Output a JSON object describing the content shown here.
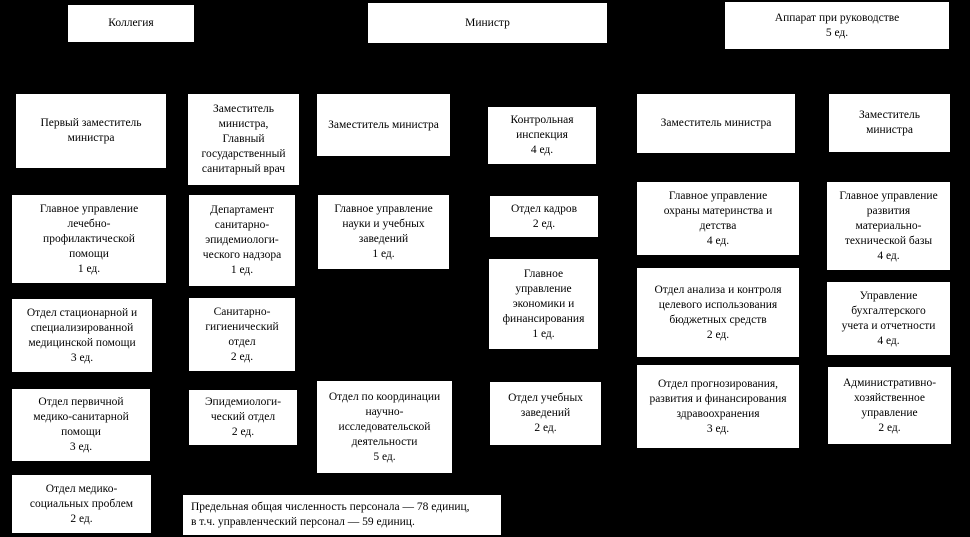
{
  "colors": {
    "background": "#000000",
    "box_background": "#ffffff",
    "box_text": "#000000"
  },
  "org_chart": {
    "top": {
      "kollegiya": "Коллегия",
      "ministr": "Министр",
      "apparat": "Аппарат при руководстве\n5 ед."
    },
    "deputies": {
      "pervy_zam": "Первый заместитель\nминистра",
      "zam_sanvrach": "Заместитель\nминистра,\nГлавный\nгосударственный\nсанитарный врач",
      "zam_3": "Заместитель министра",
      "kontrolnaya": "Контрольная\nинспекция\n4 ед.",
      "zam_5": "Заместитель министра",
      "zam_6": "Заместитель\nминистра"
    },
    "units": {
      "gu_lechebno": "Главное управление\nлечебно-\nпрофилактической\nпомощи\n1 ед.",
      "dep_sanepid": "Департамент\nсанитарно-\nэпидемиологи-\nческого надзора\n1 ед.",
      "gu_nauki": "Главное управление\nнауки и учебных\nзаведений\n1 ед.",
      "otdel_kadrov": "Отдел кадров\n2 ед.",
      "gu_ohrany": "Главное управление\nохраны материнства и\nдетства\n4 ед.",
      "gu_razvitiya": "Главное управление\nразвития\nматериально-\nтехнической базы\n4 ед.",
      "otdel_stacionarnoy": "Отдел стационарной и\nспециализированной\nмедицинской помощи\n3 ед.",
      "san_gig": "Санитарно-\nгигиенический\nотдел\n2 ед.",
      "gu_ekonomiki": "Главное\nуправление\nэкономики и\nфинансирования\n1 ед.",
      "otdel_analiza": "Отдел анализа и контроля\nцелевого использования\nбюджетных средств\n2 ед.",
      "upr_buh": "Управление\nбухгалтерского\nучета и отчетности\n4 ед.",
      "otdel_pervichnoy": "Отдел первичной\nмедико-санитарной\nпомощи\n3 ед.",
      "epid_otdel": "Эпидемиологи-\nческий отдел\n2 ед.",
      "otdel_koordinacii": "Отдел по координации\nнаучно-\nисследовательской\nдеятельности\n5 ед.",
      "otdel_uchebnyh": "Отдел учебных\nзаведений\n2 ед.",
      "otdel_prognoz": "Отдел прогнозирования,\nразвития и финансирования\nздравоохранения\n3 ед.",
      "admin_hoz": "Административно-\nхозяйственное\nуправление\n2 ед.",
      "otdel_medsoc": "Отдел медико-\nсоциальных проблем\n2 ед."
    },
    "note": "Предельная общая численность персонала — 78 единиц,\nв т.ч. управленческий персонал — 59 единиц."
  }
}
